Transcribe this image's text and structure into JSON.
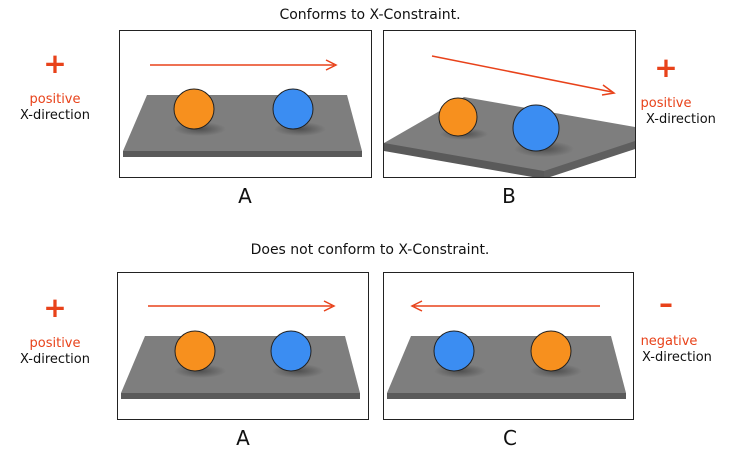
{
  "top": {
    "heading": "Conforms to X-Constraint.",
    "left_indicator": {
      "sign": "+",
      "word": "positive",
      "axis": "X-direction"
    },
    "right_indicator": {
      "sign": "+",
      "word": "positive",
      "axis": "X-direction"
    },
    "panels": [
      {
        "label": "A",
        "arrow": "right",
        "view": "flat",
        "balls": [
          "orange",
          "blue"
        ]
      },
      {
        "label": "B",
        "arrow": "right-down",
        "view": "tilted",
        "balls": [
          "orange",
          "blue"
        ]
      }
    ]
  },
  "bottom": {
    "heading": "Does not conform to X-Constraint.",
    "left_indicator": {
      "sign": "+",
      "word": "positive",
      "axis": "X-direction"
    },
    "right_indicator": {
      "sign": "–",
      "word": "negative",
      "axis": "X-direction"
    },
    "panels": [
      {
        "label": "A",
        "arrow": "right",
        "view": "flat",
        "balls": [
          "orange",
          "blue"
        ]
      },
      {
        "label": "C",
        "arrow": "left",
        "view": "flat",
        "balls": [
          "blue",
          "orange"
        ]
      }
    ]
  },
  "colors": {
    "accent": "#e8421a",
    "orange_ball": "#f7901e",
    "blue_ball": "#3b8df2",
    "table": "#7e7e7e",
    "table_edge": "#5a5a5a"
  }
}
